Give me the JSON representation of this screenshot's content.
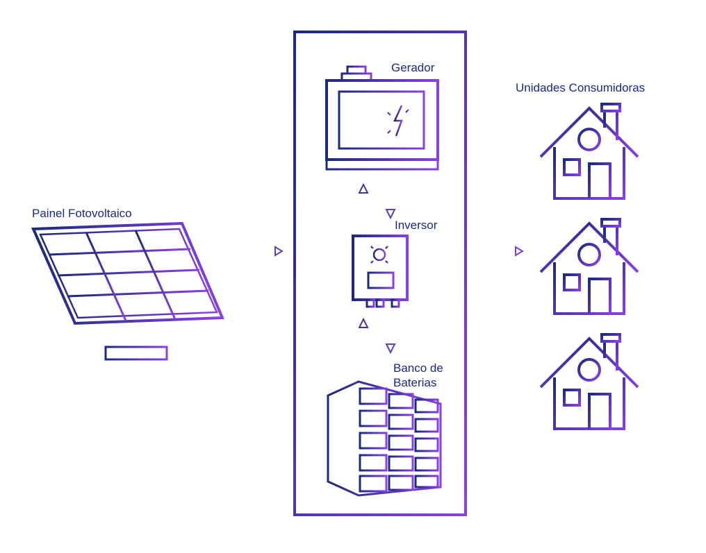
{
  "labels": {
    "solar_panel": "Painel Fotovoltaico",
    "generator": "Gerador",
    "inverter": "Inversor",
    "battery_bank_line1": "Banco de",
    "battery_bank_line2": "Baterias",
    "consumers": "Unidades Consumidoras"
  },
  "colors": {
    "start": "#1b2a7a",
    "end": "#8a3fe6"
  },
  "icons": [
    "solar-panel-icon",
    "generator-icon",
    "inverter-icon",
    "battery-bank-icon",
    "house-icon"
  ]
}
